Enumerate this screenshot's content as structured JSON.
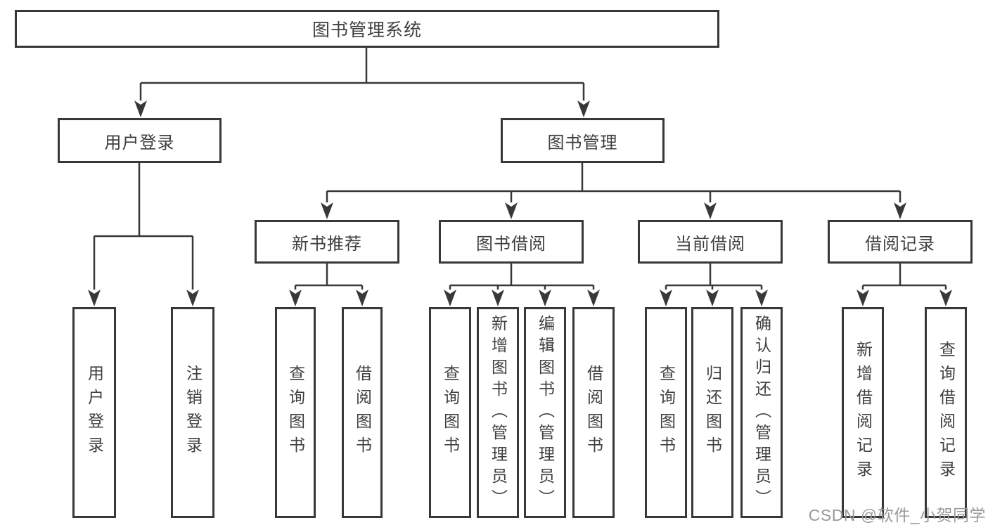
{
  "root": {
    "label": "图书管理系统"
  },
  "level2": [
    {
      "label": "用户登录"
    },
    {
      "label": "图书管理"
    }
  ],
  "level3": [
    {
      "label": "新书推荐"
    },
    {
      "label": "图书借阅"
    },
    {
      "label": "当前借阅"
    },
    {
      "label": "借阅记录"
    }
  ],
  "leaves": {
    "user_login": [
      {
        "label": "用户登录"
      },
      {
        "label": "注销登录"
      }
    ],
    "new_book_recommend": [
      {
        "label": "查询图书"
      },
      {
        "label": "借阅图书"
      }
    ],
    "book_borrow": [
      {
        "label": "查询图书"
      },
      {
        "label": "新增图书（管理员）"
      },
      {
        "label": "编辑图书（管理员）"
      },
      {
        "label": "借阅图书"
      }
    ],
    "current_borrow": [
      {
        "label": "查询图书"
      },
      {
        "label": "归还图书"
      },
      {
        "label": "确认归还（管理员）"
      }
    ],
    "borrow_record": [
      {
        "label": "新增借阅记录"
      },
      {
        "label": "查询借阅记录"
      }
    ]
  },
  "watermark": {
    "text": "CSDN @软件_小贺同学"
  },
  "colors": {
    "line": "#383838",
    "text": "#3f3f3f",
    "watermark": "#9a9a9a",
    "background": "#ffffff"
  }
}
